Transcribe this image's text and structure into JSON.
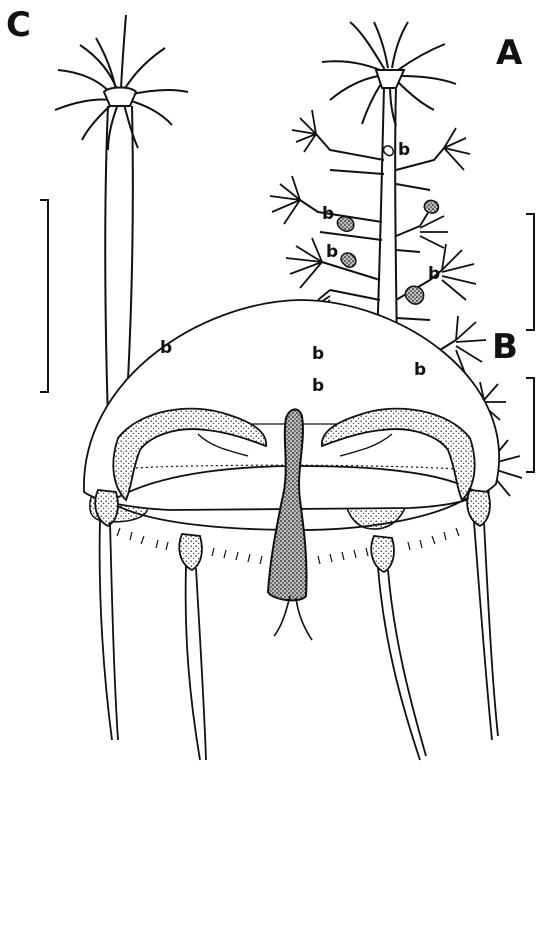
{
  "panels": {
    "a": {
      "label": "A"
    },
    "b": {
      "label": "B"
    },
    "c": {
      "label": "C"
    }
  },
  "bud_marker": "b",
  "colors": {
    "ink": "#111111",
    "stipple": "#555555",
    "paper": "#ffffff"
  },
  "structures": [
    "solitary-polyp",
    "branching-colony",
    "medusa",
    "scale-bar"
  ]
}
